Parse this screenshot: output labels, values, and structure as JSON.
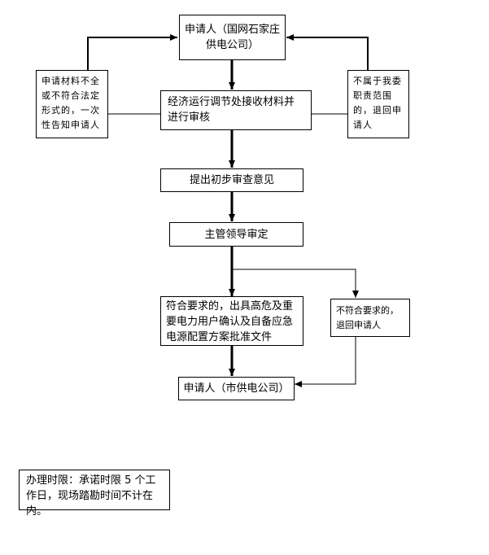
{
  "nodes": {
    "applicant_top": "申请人（国网石家庄供电公司）",
    "incomplete_materials": "申请材料不全或不符合法定形式的，一次性告知申请人",
    "receive_review": "经济运行调节处接收材料并进行审核",
    "out_of_scope": "不属于我委职责范围的，退回申请人",
    "preliminary_opinion": "提出初步审查意见",
    "leader_review": "主管领导审定",
    "approve": "符合要求的，出具高危及重要电力用户确认及自备应急电源配置方案批准文件",
    "reject": "不符合要求的，退回申请人",
    "applicant_bottom": "申请人（市供电公司）",
    "time_limit": "办理时限：承诺时限 5 个工作日，现场踏勘时间不计在内。"
  }
}
